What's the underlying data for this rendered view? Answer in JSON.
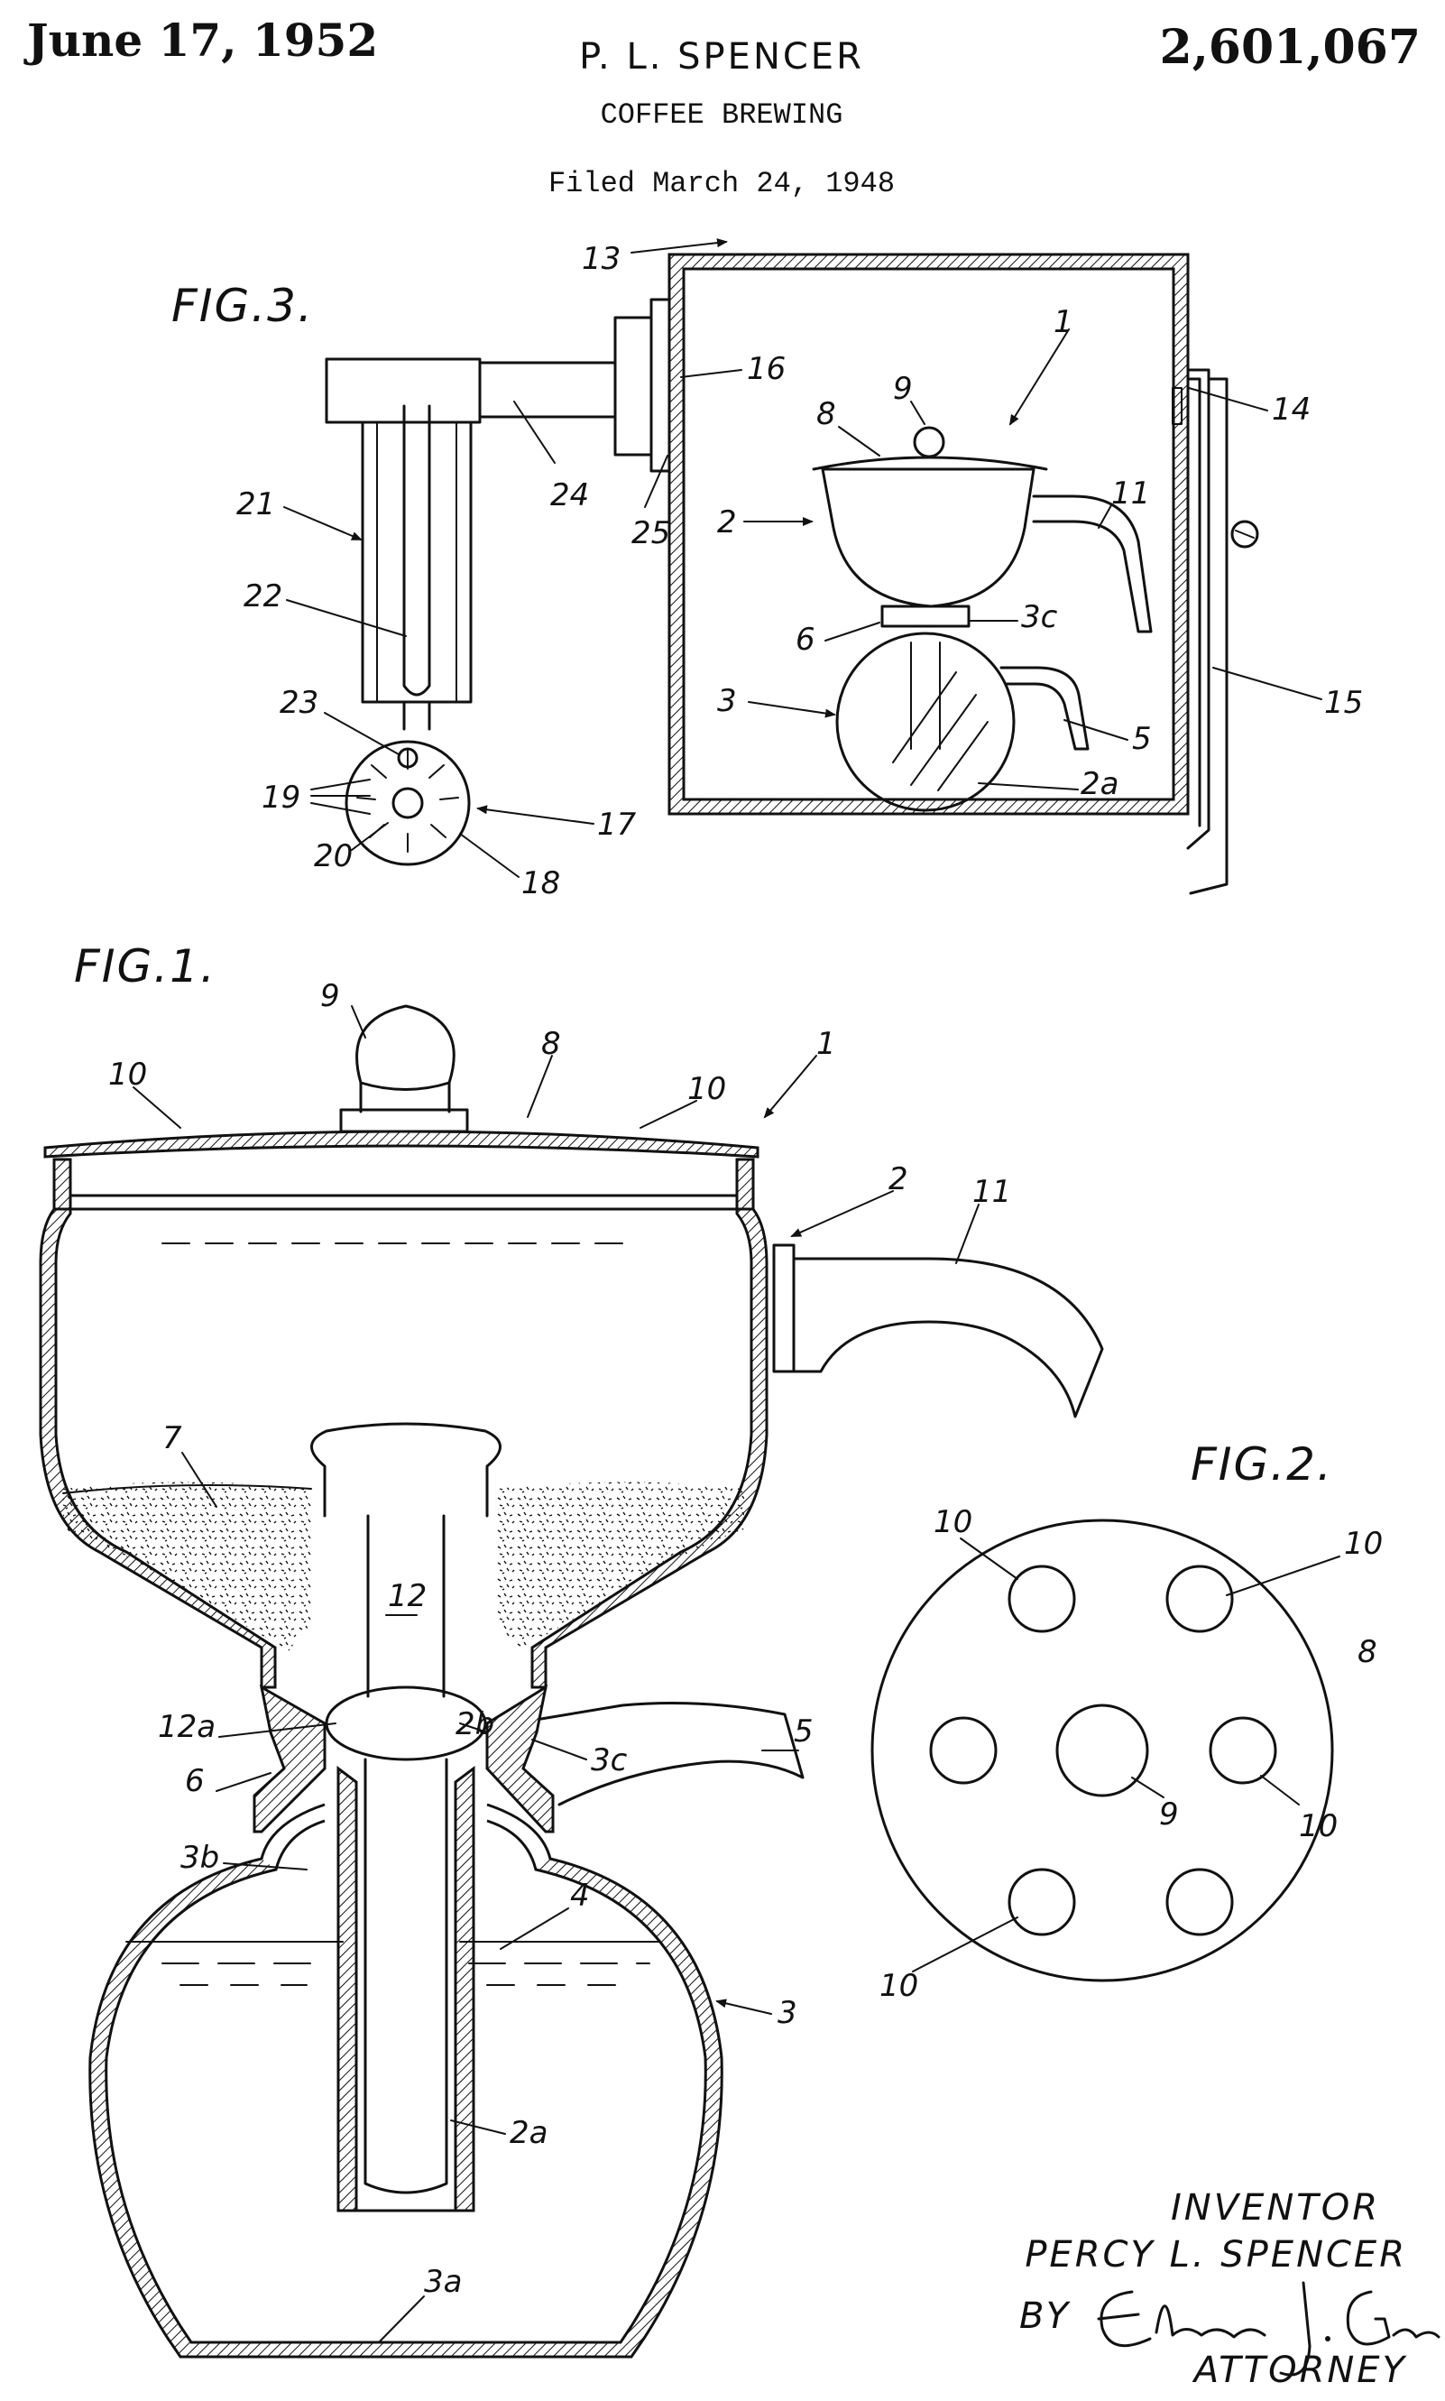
{
  "header": {
    "date": "June 17, 1952",
    "inventor_name": "P. L. SPENCER",
    "patent_number": "2,601,067",
    "title": "COFFEE BREWING",
    "filed": "Filed March 24, 1948"
  },
  "figures": {
    "fig3": "FIG.3.",
    "fig1": "FIG.1.",
    "fig2": "FIG.2."
  },
  "refs": {
    "fig3": [
      "13",
      "1",
      "9",
      "8",
      "16",
      "14",
      "11",
      "2",
      "24",
      "25",
      "21",
      "22",
      "6",
      "3c",
      "3",
      "5",
      "15",
      "23",
      "2a",
      "19",
      "17",
      "20",
      "18"
    ],
    "fig1": [
      "9",
      "8",
      "1",
      "10",
      "10",
      "2",
      "11",
      "7",
      "12",
      "12a",
      "2b",
      "3c",
      "6",
      "5",
      "3b",
      "4",
      "3",
      "2a",
      "3a"
    ],
    "fig2": [
      "10",
      "10",
      "8",
      "9",
      "10",
      "10"
    ]
  },
  "signature": {
    "inventor_caption": "INVENTOR",
    "inventor_full": "PERCY L. SPENCER",
    "by": "BY",
    "attorney_signature": "Elmer J. Gorn",
    "attorney_caption": "ATTORNEY"
  },
  "colors": {
    "ink": "#111111",
    "paper": "#ffffff"
  }
}
